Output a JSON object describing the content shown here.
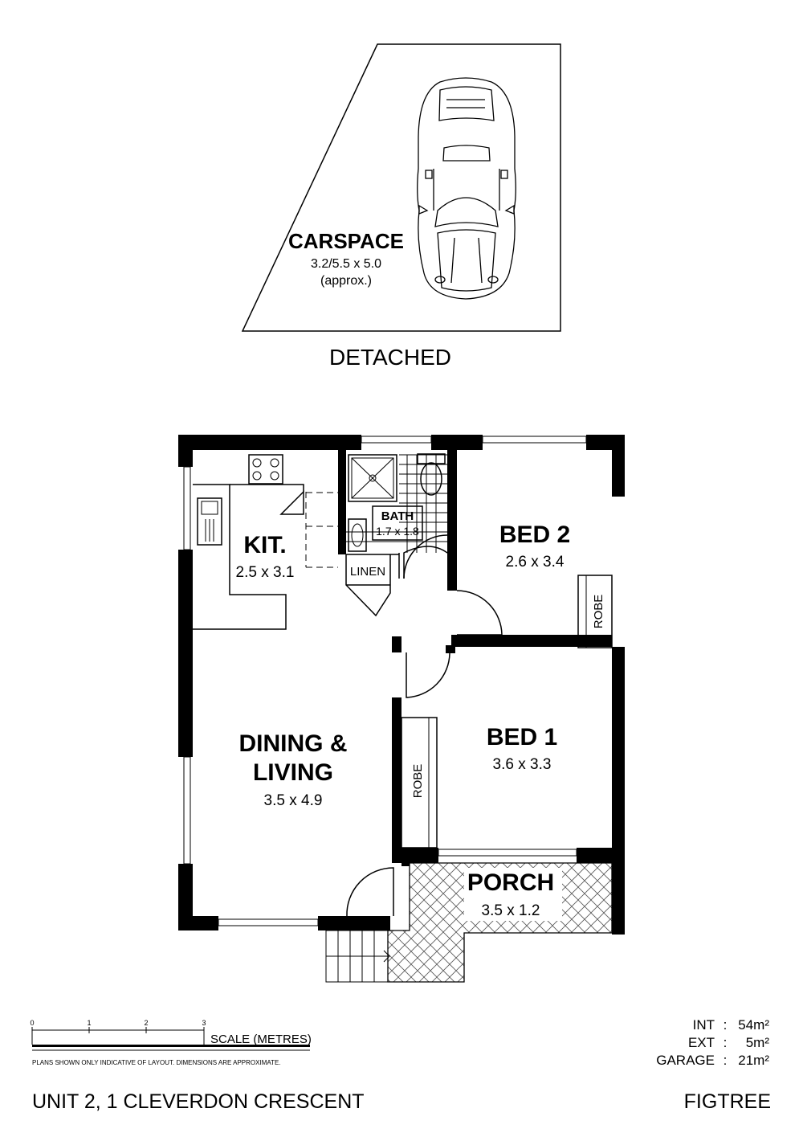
{
  "carspace": {
    "title": "CARSPACE",
    "dimensions": "3.2/5.5 x 5.0",
    "note": "(approx.)",
    "label": "DETACHED"
  },
  "rooms": {
    "kitchen": {
      "title": "KIT.",
      "dimensions": "2.5 x 3.1"
    },
    "bath": {
      "title": "BATH",
      "dimensions": "1.7 x 1.8"
    },
    "linen": {
      "title": "LINEN"
    },
    "bed2": {
      "title": "BED 2",
      "dimensions": "2.6 x 3.4"
    },
    "bed2_robe": {
      "title": "ROBE"
    },
    "bed1": {
      "title": "BED 1",
      "dimensions": "3.6 x 3.3"
    },
    "bed1_robe": {
      "title": "ROBE"
    },
    "dining_living": {
      "title_line1": "DINING &",
      "title_line2": "LIVING",
      "dimensions": "3.5 x 4.9"
    },
    "porch": {
      "title": "PORCH",
      "dimensions": "3.5 x 1.2"
    }
  },
  "scale": {
    "ticks": [
      "0",
      "1",
      "2",
      "3"
    ],
    "label": "SCALE (METRES)",
    "disclaimer": "PLANS SHOWN ONLY INDICATIVE OF LAYOUT.  DIMENSIONS ARE APPROXIMATE."
  },
  "areas": [
    {
      "name": "INT",
      "value": "54m²"
    },
    {
      "name": "EXT",
      "value": "5m²"
    },
    {
      "name": "GARAGE",
      "value": "21m²"
    }
  ],
  "footer": {
    "address": "UNIT 2, 1 CLEVERDON CRESCENT",
    "suburb": "FIGTREE"
  }
}
